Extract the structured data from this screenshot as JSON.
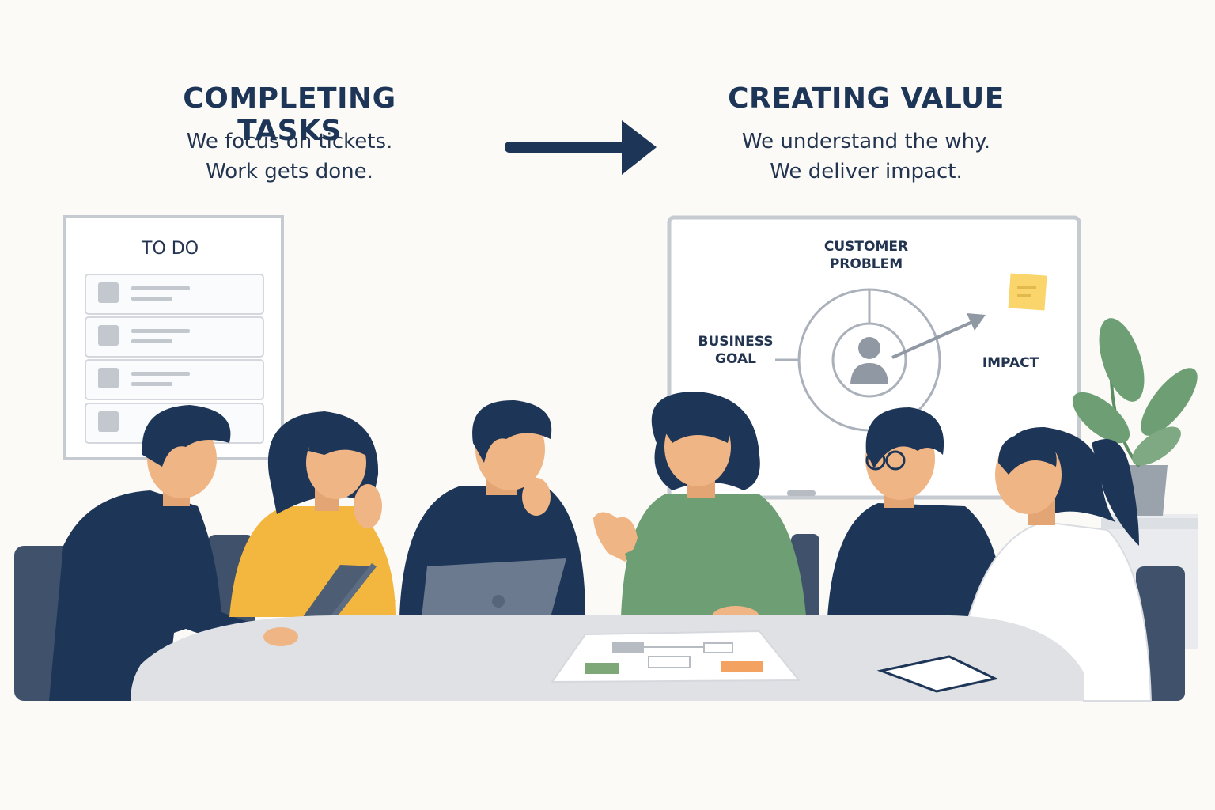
{
  "left": {
    "heading": "COMPLETING TASKS",
    "line1": "We focus on tickets.",
    "line2": "Work gets done."
  },
  "right": {
    "heading": "CREATING VALUE",
    "line1": "We understand the why.",
    "line2": "We deliver impact."
  },
  "todo_board": {
    "title": "TO DO",
    "card_count": 4
  },
  "value_board": {
    "top_line1": "CUSTOMER",
    "top_line2": "PROBLEM",
    "left_line1": "BUSINESS",
    "left_line2": "GOAL",
    "right": "IMPACT"
  },
  "colors": {
    "navy": "#1d3557",
    "yellow": "#f3b63f",
    "green": "#6e9e73",
    "white_shirt": "#ffffff",
    "sticky": "#f9d56b",
    "orange_note": "#f4a262",
    "green_note": "#7fa878"
  },
  "people": [
    {
      "shirt": "navy",
      "pose": "typing"
    },
    {
      "shirt": "yellow",
      "pose": "chin-on-hand"
    },
    {
      "shirt": "navy",
      "pose": "thinking"
    },
    {
      "shirt": "green",
      "pose": "explaining"
    },
    {
      "shirt": "navy",
      "pose": "listening-glasses"
    },
    {
      "shirt": "white",
      "pose": "writing"
    }
  ]
}
